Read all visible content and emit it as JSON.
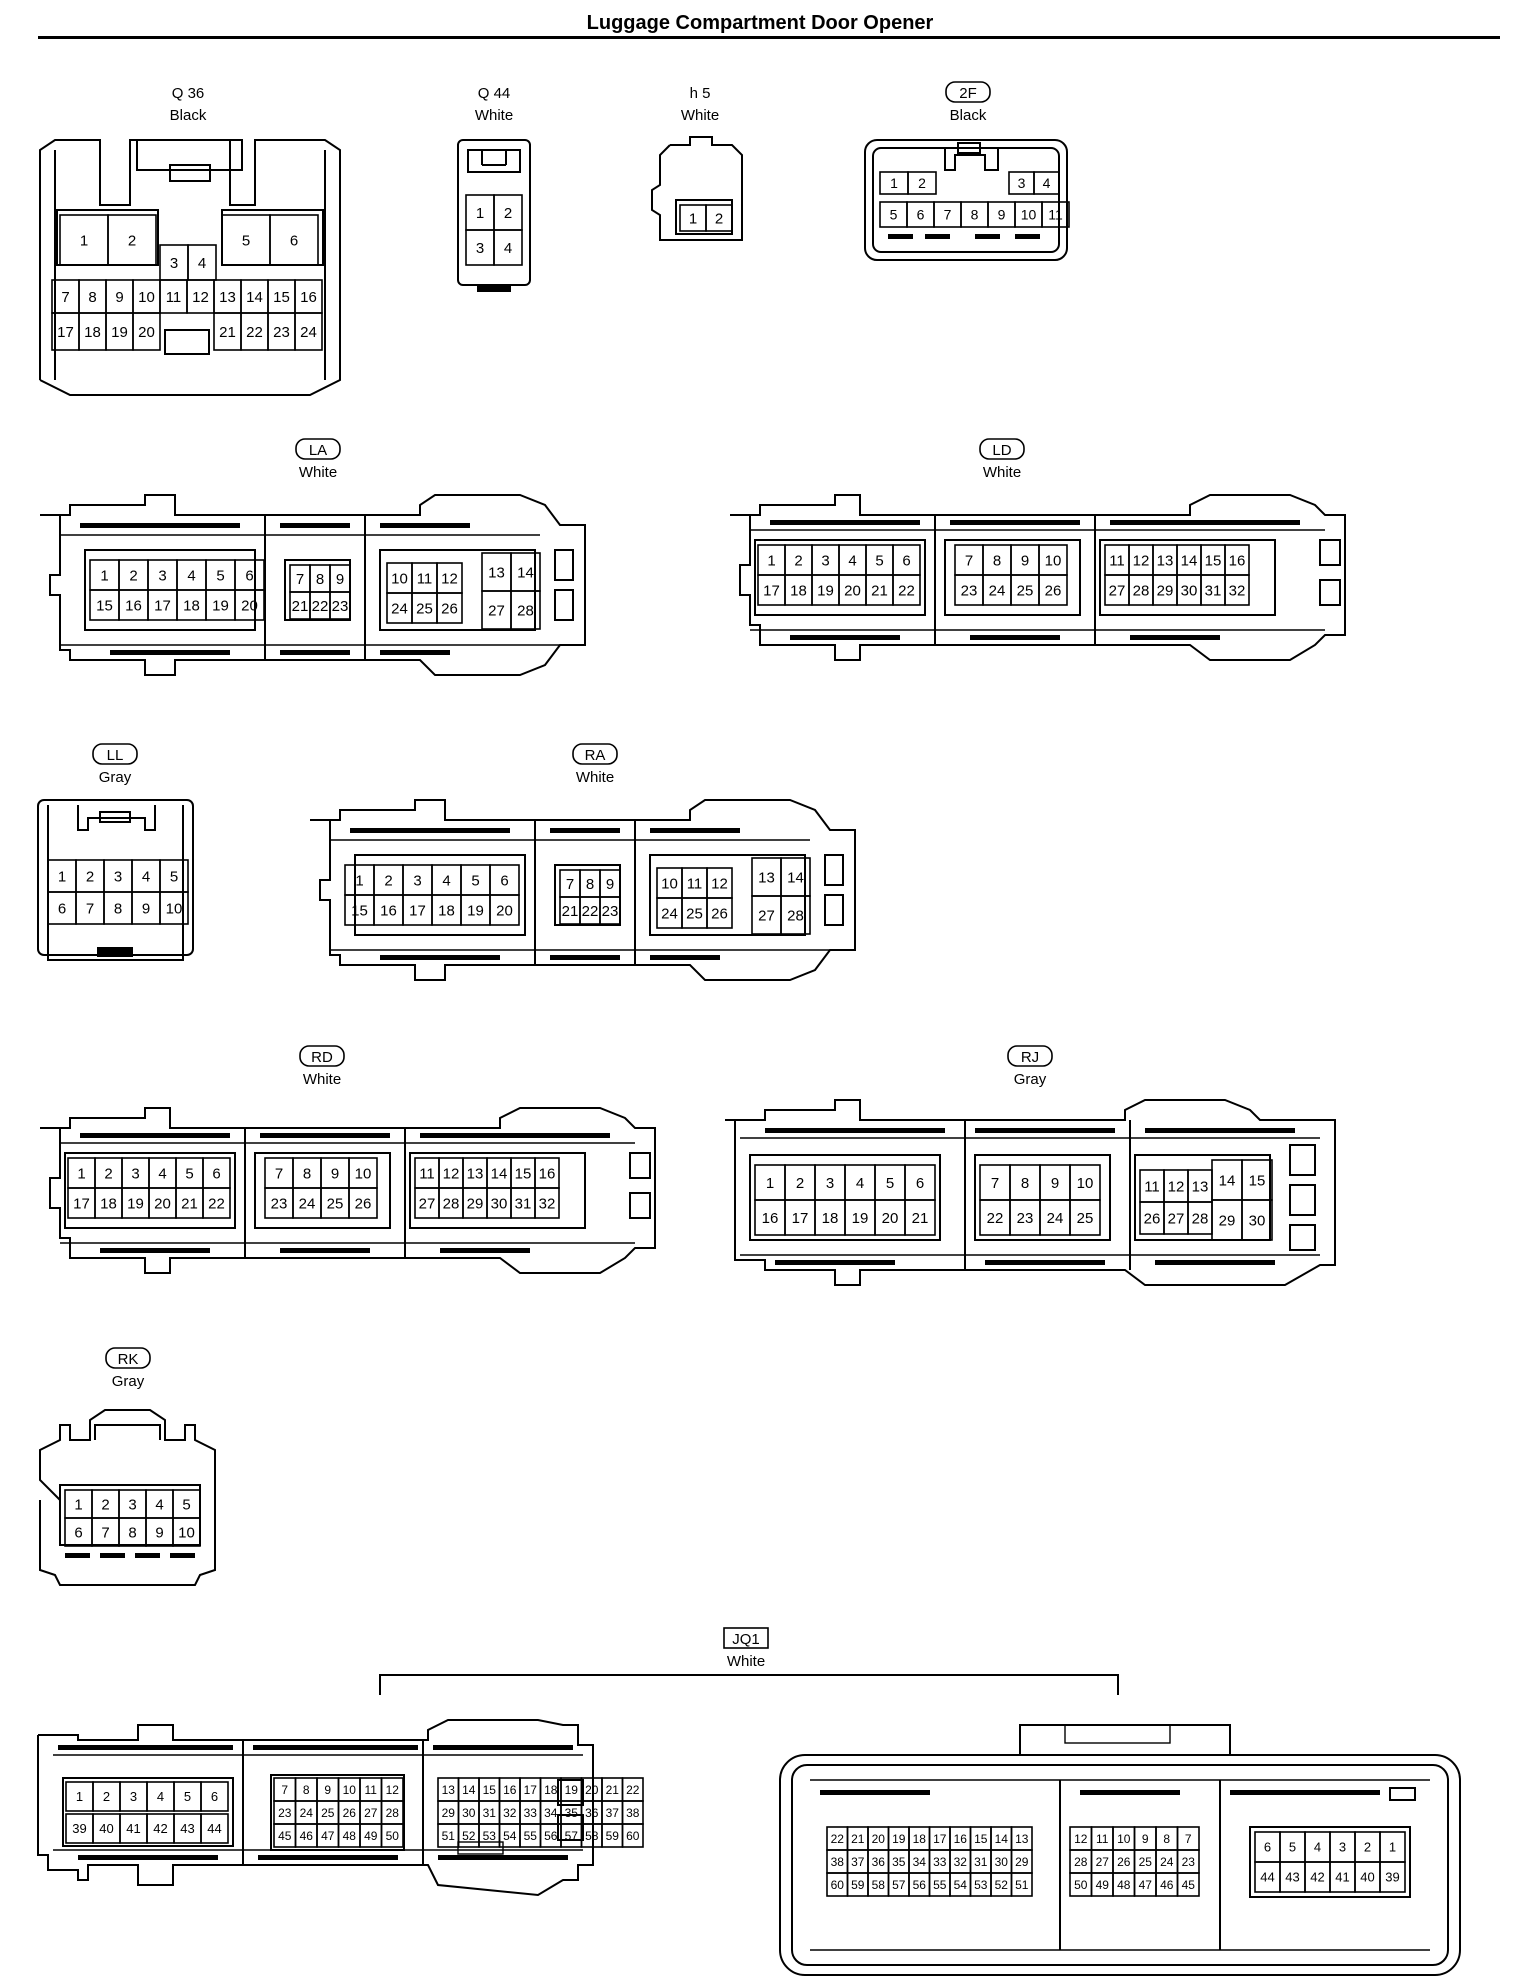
{
  "title": "Luggage Compartment Door Opener",
  "connectors": [
    {
      "code": "Q 36",
      "boxed": false,
      "color": "Black",
      "rows": [
        [
          "1",
          "2",
          "5",
          "6"
        ],
        [
          "3",
          "4"
        ],
        [
          "7",
          "8",
          "9",
          "10",
          "11",
          "12",
          "13",
          "14",
          "15",
          "16"
        ],
        [
          "17",
          "18",
          "19",
          "20",
          "21",
          "22",
          "23",
          "24"
        ]
      ]
    },
    {
      "code": "Q 44",
      "boxed": false,
      "color": "White",
      "rows": [
        [
          "1",
          "2"
        ],
        [
          "3",
          "4"
        ]
      ]
    },
    {
      "code": "h 5",
      "boxed": false,
      "color": "White",
      "rows": [
        [
          "1",
          "2"
        ]
      ]
    },
    {
      "code": "2F",
      "boxed": true,
      "color": "Black",
      "rows": [
        [
          "1",
          "2",
          "3",
          "4"
        ],
        [
          "5",
          "6",
          "7",
          "8",
          "9",
          "10",
          "11"
        ]
      ]
    },
    {
      "code": "LA",
      "boxed": true,
      "color": "White",
      "rows": [
        [
          "1",
          "2",
          "3",
          "4",
          "5",
          "6"
        ],
        [
          "15",
          "16",
          "17",
          "18",
          "19",
          "20"
        ],
        [
          "7",
          "8",
          "9"
        ],
        [
          "21",
          "22",
          "23"
        ],
        [
          "10",
          "11",
          "12",
          "13",
          "14"
        ],
        [
          "24",
          "25",
          "26",
          "27",
          "28"
        ]
      ]
    },
    {
      "code": "LD",
      "boxed": true,
      "color": "White",
      "rows": [
        [
          "1",
          "2",
          "3",
          "4",
          "5",
          "6"
        ],
        [
          "17",
          "18",
          "19",
          "20",
          "21",
          "22"
        ],
        [
          "7",
          "8",
          "9",
          "10"
        ],
        [
          "23",
          "24",
          "25",
          "26"
        ],
        [
          "11",
          "12",
          "13",
          "14",
          "15",
          "16"
        ],
        [
          "27",
          "28",
          "29",
          "30",
          "31",
          "32"
        ]
      ]
    },
    {
      "code": "LL",
      "boxed": true,
      "color": "Gray",
      "rows": [
        [
          "1",
          "2",
          "3",
          "4",
          "5"
        ],
        [
          "6",
          "7",
          "8",
          "9",
          "10"
        ]
      ]
    },
    {
      "code": "RA",
      "boxed": true,
      "color": "White",
      "rows": [
        [
          "1",
          "2",
          "3",
          "4",
          "5",
          "6"
        ],
        [
          "15",
          "16",
          "17",
          "18",
          "19",
          "20"
        ],
        [
          "7",
          "8",
          "9"
        ],
        [
          "21",
          "22",
          "23"
        ],
        [
          "10",
          "11",
          "12",
          "13",
          "14"
        ],
        [
          "24",
          "25",
          "26",
          "27",
          "28"
        ]
      ]
    },
    {
      "code": "RD",
      "boxed": true,
      "color": "White",
      "rows": [
        [
          "1",
          "2",
          "3",
          "4",
          "5",
          "6"
        ],
        [
          "17",
          "18",
          "19",
          "20",
          "21",
          "22"
        ],
        [
          "7",
          "8",
          "9",
          "10"
        ],
        [
          "23",
          "24",
          "25",
          "26"
        ],
        [
          "11",
          "12",
          "13",
          "14",
          "15",
          "16"
        ],
        [
          "27",
          "28",
          "29",
          "30",
          "31",
          "32"
        ]
      ]
    },
    {
      "code": "RJ",
      "boxed": true,
      "color": "Gray",
      "rows": [
        [
          "1",
          "2",
          "3",
          "4",
          "5",
          "6"
        ],
        [
          "16",
          "17",
          "18",
          "19",
          "20",
          "21"
        ],
        [
          "7",
          "8",
          "9",
          "10"
        ],
        [
          "22",
          "23",
          "24",
          "25"
        ],
        [
          "11",
          "12",
          "13",
          "14",
          "15"
        ],
        [
          "26",
          "27",
          "28",
          "29",
          "30"
        ]
      ]
    },
    {
      "code": "RK",
      "boxed": true,
      "color": "Gray",
      "rows": [
        [
          "1",
          "2",
          "3",
          "4",
          "5"
        ],
        [
          "6",
          "7",
          "8",
          "9",
          "10"
        ]
      ]
    },
    {
      "code": "JQ1",
      "boxed": true,
      "color": "White",
      "rows": [
        [
          "1",
          "2",
          "3",
          "4",
          "5",
          "6"
        ],
        [
          "39",
          "40",
          "41",
          "42",
          "43",
          "44"
        ],
        [
          "7",
          "8",
          "9",
          "10",
          "11",
          "12"
        ],
        [
          "23",
          "24",
          "25",
          "26",
          "27",
          "28"
        ],
        [
          "45",
          "46",
          "47",
          "48",
          "49",
          "50"
        ],
        [
          "13",
          "14",
          "15",
          "16",
          "17",
          "18",
          "19",
          "20",
          "21",
          "22"
        ],
        [
          "29",
          "30",
          "31",
          "32",
          "33",
          "34",
          "35",
          "36",
          "37",
          "38"
        ],
        [
          "51",
          "52",
          "53",
          "54",
          "55",
          "56",
          "57",
          "58",
          "59",
          "60"
        ],
        [
          "22",
          "21",
          "20",
          "19",
          "18",
          "17",
          "16",
          "15",
          "14",
          "13"
        ],
        [
          "38",
          "37",
          "36",
          "35",
          "34",
          "33",
          "32",
          "31",
          "30",
          "29"
        ],
        [
          "60",
          "59",
          "58",
          "57",
          "56",
          "55",
          "54",
          "53",
          "52",
          "51"
        ],
        [
          "12",
          "11",
          "10",
          "9",
          "8",
          "7"
        ],
        [
          "28",
          "27",
          "26",
          "25",
          "24",
          "23"
        ],
        [
          "50",
          "49",
          "48",
          "47",
          "46",
          "45"
        ],
        [
          "6",
          "5",
          "4",
          "3",
          "2",
          "1"
        ],
        [
          "44",
          "43",
          "42",
          "41",
          "40",
          "39"
        ]
      ]
    }
  ]
}
